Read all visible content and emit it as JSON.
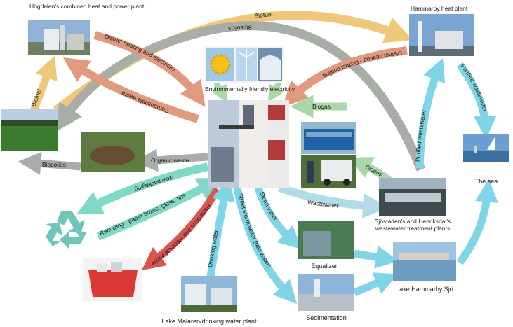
{
  "nodes": {
    "hogdalen": "Högdalen's combined heat and power plant",
    "hammarby_heat": "Hammarby heat plant",
    "environment": "Environmentally friendly electricity",
    "sea": "The sea",
    "wastewater_plants": "Sjöstaden's and Henriksdal's wastewater treatment plants",
    "equalizer": "Equalizer",
    "lake_hammarby": "Lake Hammarby Sjö",
    "sedimentation": "Sedimentation",
    "lake_malaren": "Lake Malaren/drinking water plant"
  },
  "flows": {
    "biofuel_top": "Biofuel",
    "biosolids_top": "Biosolids",
    "district_heating": "District heating and electricity",
    "district_cooling": "District heating - District cooling",
    "combustible": "Combustible waste",
    "biofuel_left": "Biofuel",
    "biogas_upper": "Biogas",
    "biogas_lower": "Biogas",
    "organic": "Organic waste",
    "biosolids_left": "Biosolids",
    "new_packaging": "New packaging",
    "recycling": "Recycling - paper boxes, glass, tins",
    "hazardous": "Hazardous and electrical waste",
    "drinking": "Drinking water",
    "street_storm": "Street storm water (rain water)",
    "storm": "Storm water",
    "wastewater": "Wastewater",
    "purified_1": "Purified wastewater",
    "purified_2": "Purified wastewater"
  },
  "colors": {
    "orange": "#eec77a",
    "gray": "#a9ada8",
    "salmon": "#e29a7e",
    "green": "#a9d7a6",
    "teal": "#80d9c6",
    "red": "#d9534f",
    "blue": "#7fd4e6",
    "light_blue": "#b2dbe8",
    "recycle": "#6fc6b8"
  },
  "icons": [
    "recycle-icon",
    "sun-icon",
    "wind-turbine-icon",
    "dam-icon"
  ]
}
